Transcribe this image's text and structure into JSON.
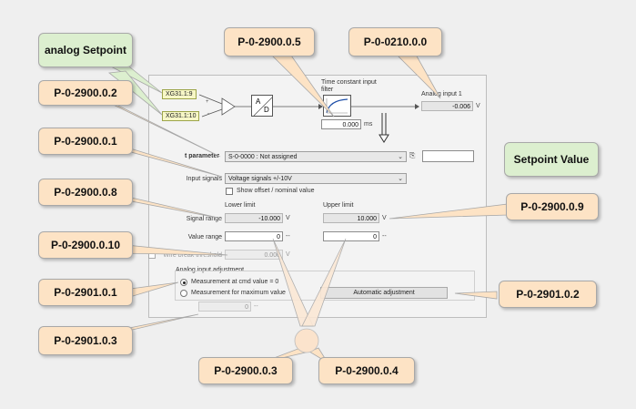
{
  "colors": {
    "callout_orange": "#fde3c5",
    "callout_green": "#dcefcf",
    "pin_yellow": "#f7f7c7"
  },
  "dialog": {
    "inputs": {
      "pin1": "XG31.1:9",
      "pin2": "XG31.1:10"
    },
    "adc_label": "A",
    "adc_label2": "D",
    "filter": {
      "title": "Time constant input filter",
      "value": "0.000",
      "unit": "ms"
    },
    "analog_input": {
      "title": "Analog input 1",
      "value": "-0.006",
      "unit": "V"
    },
    "target_parameter": {
      "label_visible": "t parameter",
      "value": "S-0-0000 : Not assigned"
    },
    "setpoint_value_field": "",
    "input_signals": {
      "label": "Input signals",
      "value": "Voltage signals +/-10V"
    },
    "show_offset": {
      "label": "Show offset / nominal value",
      "checked": false
    },
    "headers": {
      "lower": "Lower limit",
      "upper": "Upper limit"
    },
    "signal_range": {
      "label": "Signal range",
      "lower": "-10.000",
      "upper": "10.000",
      "unit": "V"
    },
    "value_range": {
      "label": "Value range",
      "lower": "0",
      "upper": "0",
      "unit": "--"
    },
    "wire_break": {
      "label": "Wire break threshold",
      "value": "0.000",
      "unit": "V"
    },
    "adjustment": {
      "group_title": "Analog input adjustment",
      "option1": "Measurement at cmd value = 0",
      "option2": "Measurement for maximum value",
      "button": "Automatic adjustment",
      "bottom_value": "0",
      "bottom_unit": "--"
    }
  },
  "callouts": {
    "analog_setpoint": "analog Setpoint",
    "p_2900_0_5": "P-0-2900.0.5",
    "p_0210_0_0": "P-0-0210.0.0",
    "p_2900_0_2": "P-0-2900.0.2",
    "p_2900_0_1": "P-0-2900.0.1",
    "setpoint_value": "Setpoint Value",
    "p_2900_0_8": "P-0-2900.0.8",
    "p_2900_0_9": "P-0-2900.0.9",
    "p_2900_0_10": "P-0-2900.0.10",
    "p_2901_0_1": "P-0-2901.0.1",
    "p_2901_0_2": "P-0-2901.0.2",
    "p_2901_0_3": "P-0-2901.0.3",
    "p_2900_0_3": "P-0-2900.0.3",
    "p_2900_0_4": "P-0-2900.0.4"
  }
}
